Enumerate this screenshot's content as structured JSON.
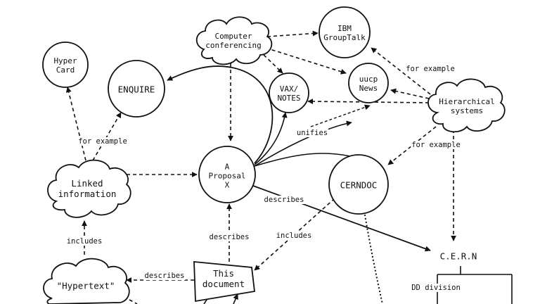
{
  "colors": {
    "ink": "#111111",
    "background": "#ffffff"
  },
  "nodes": {
    "hypercard": "Hyper\nCard",
    "enquire": "ENQUIRE",
    "computer_conferencing": "Computer\nconferencing",
    "ibm_grouptalk": "IBM\nGroupTalk",
    "vax_notes": "VAX/\nNOTES",
    "uucp_news": "uucp\nNews",
    "hierarchical_systems": "Hierarchical\nsystems",
    "linked_information": "Linked\ninformation",
    "a_proposal": "A\nProposal\nX",
    "cerndoc": "CERNDOC",
    "cern": "C.E.R.N",
    "hypertext": "\"Hypertext\"",
    "this_document": "This\ndocument",
    "dd_division": "DD division"
  },
  "edge_labels": {
    "for_example_left": "for example",
    "for_example_top_right": "for example",
    "for_example_mid_right": "for example",
    "unifies": "unifies",
    "describes_cern": "describes",
    "includes_cerndoc": "includes",
    "describes_this_doc": "describes",
    "includes_hypertext": "includes",
    "describes_hypertext": "describes"
  }
}
